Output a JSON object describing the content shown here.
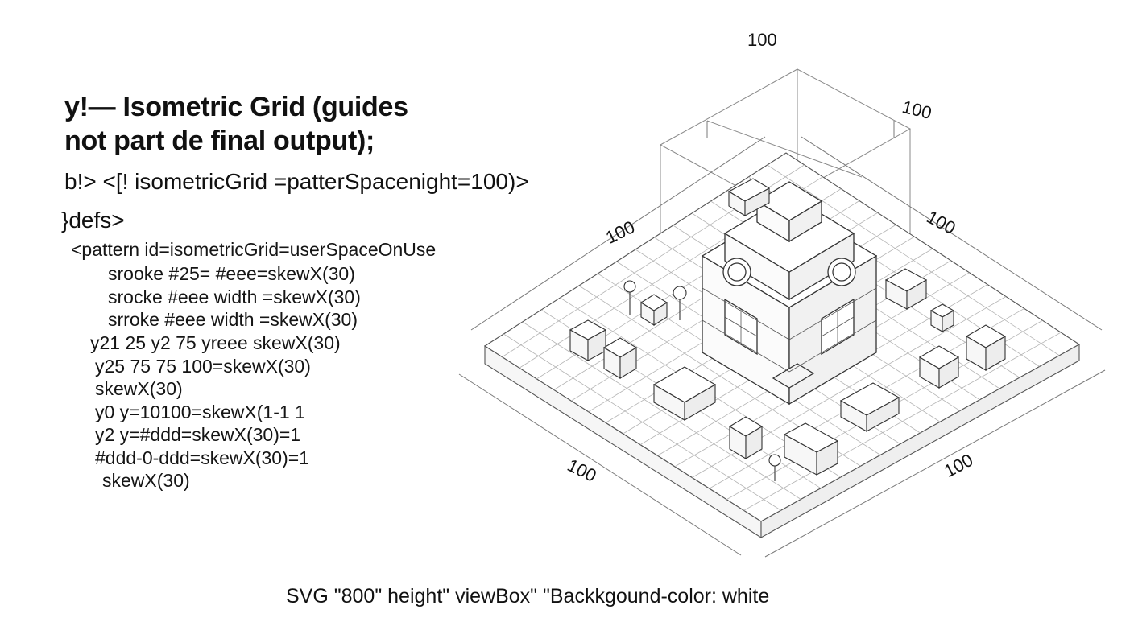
{
  "heading": {
    "line1": "y!— Isometric Grid (guides",
    "line2": "not part de final output);"
  },
  "sublines": [
    "b!> <[! isometricGrid =patterSpacenight=100)>",
    "}defs>"
  ],
  "code_lines": [
    "<pattern id=isometricGrid=userSpaceOnUse",
    "srooke #25= #eee=skewX(30)",
    "srocke #eee width =skewX(30)",
    "srroke #eee width =skewX(30)",
    "y21 25 y2 75 yreee skewX(30)",
    "y25 75 75 100=skewX(30)",
    "skewX(30)",
    "y0 y=10100=skewX(1-1 1",
    "y2 y=#ddd=skewX(30)=1",
    "#ddd-0-ddd=skewX(30)=1",
    "skewX(30)"
  ],
  "dimensions": {
    "top": "100",
    "top_right": "100",
    "upper_left": "100",
    "upper_right": "100",
    "lower_left": "100",
    "lower_right": "100"
  },
  "caption": "SVG \"800\" height\" viewBox\" \"Backkgound-color: white"
}
